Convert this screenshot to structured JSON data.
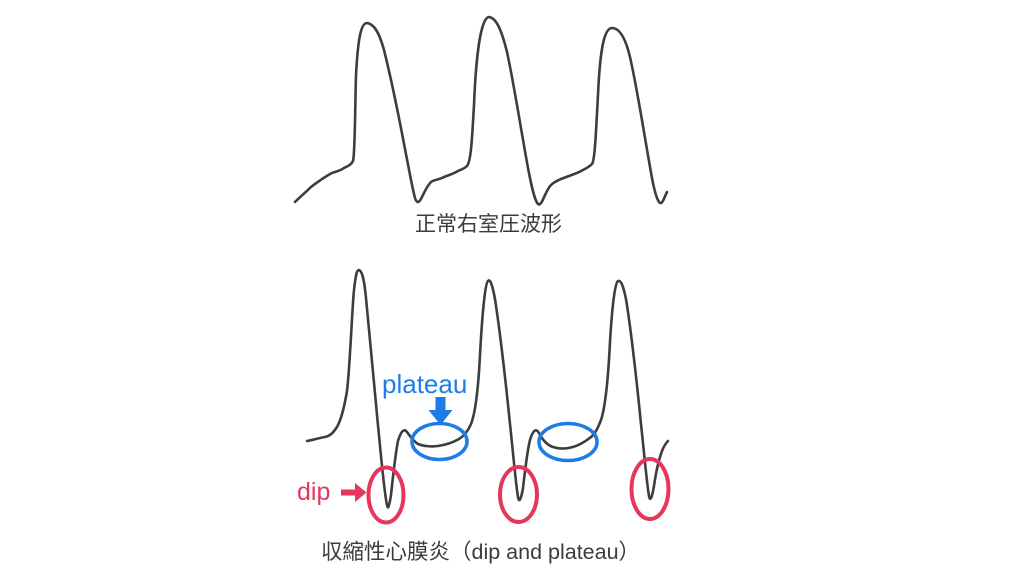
{
  "figure": {
    "background": "#ffffff",
    "colors": {
      "line": "#3d3d3d",
      "blue": "#1e7ce6",
      "red": "#e6365c",
      "caption_text": "#3b3b3b"
    },
    "top_panel": {
      "caption": "正常右室圧波形",
      "waveform": "normal-right-ventricular-pressure",
      "cycles": 3
    },
    "bottom_panel": {
      "caption": "収縮性心膜炎（dip and plateau）",
      "waveform": "constrictive-pericarditis",
      "cycles": 3,
      "plateau_label": "plateau",
      "dip_label": "dip",
      "plateau_marker": "down-arrow-and-blue-ellipses",
      "dip_marker": "right-arrow-and-red-ellipses"
    }
  }
}
